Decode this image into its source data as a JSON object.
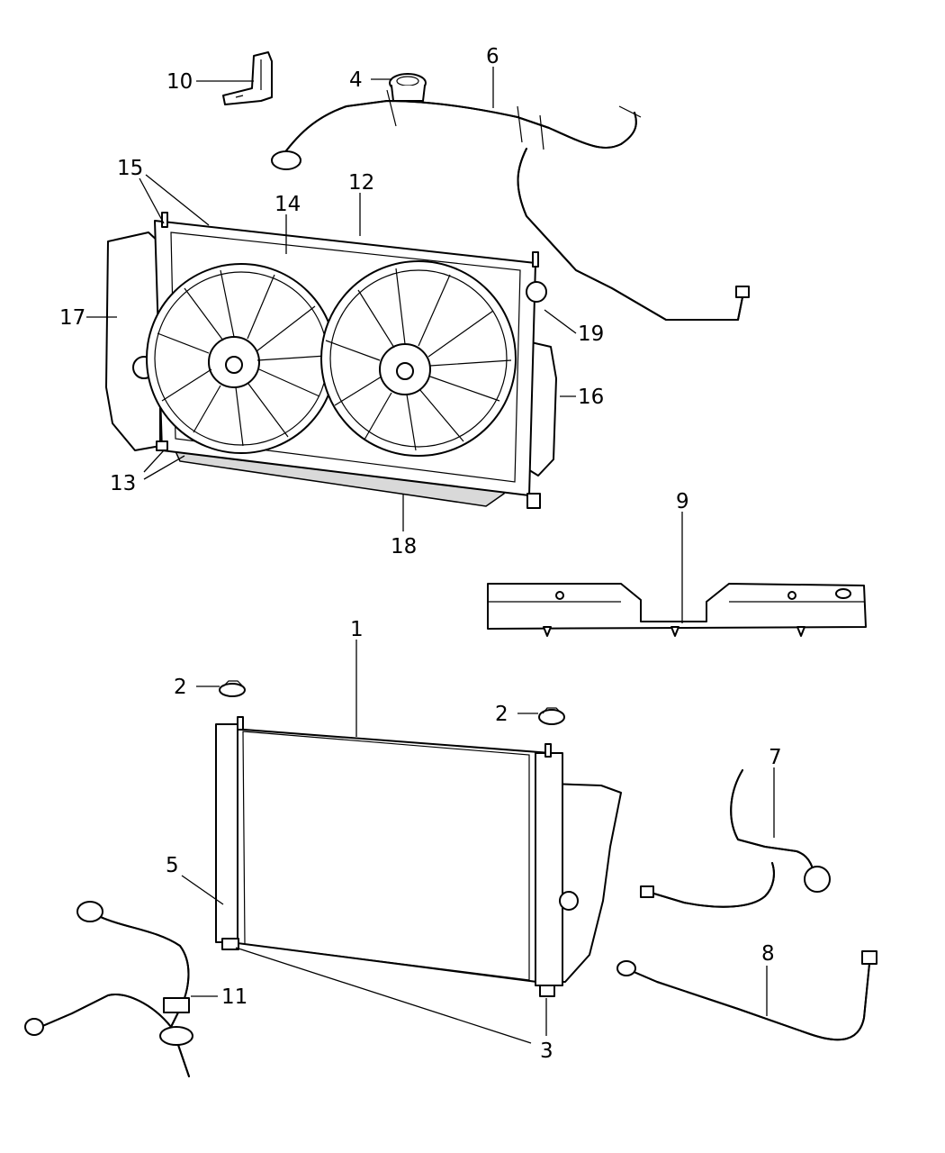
{
  "diagram": {
    "callouts": {
      "c1": "1",
      "c2a": "2",
      "c2b": "2",
      "c3": "3",
      "c4": "4",
      "c5": "5",
      "c6": "6",
      "c7": "7",
      "c8": "8",
      "c9": "9",
      "c10": "10",
      "c11": "11",
      "c12": "12",
      "c13": "13",
      "c14": "14",
      "c15": "15",
      "c16": "16",
      "c17": "17",
      "c18": "18",
      "c19": "19"
    }
  }
}
